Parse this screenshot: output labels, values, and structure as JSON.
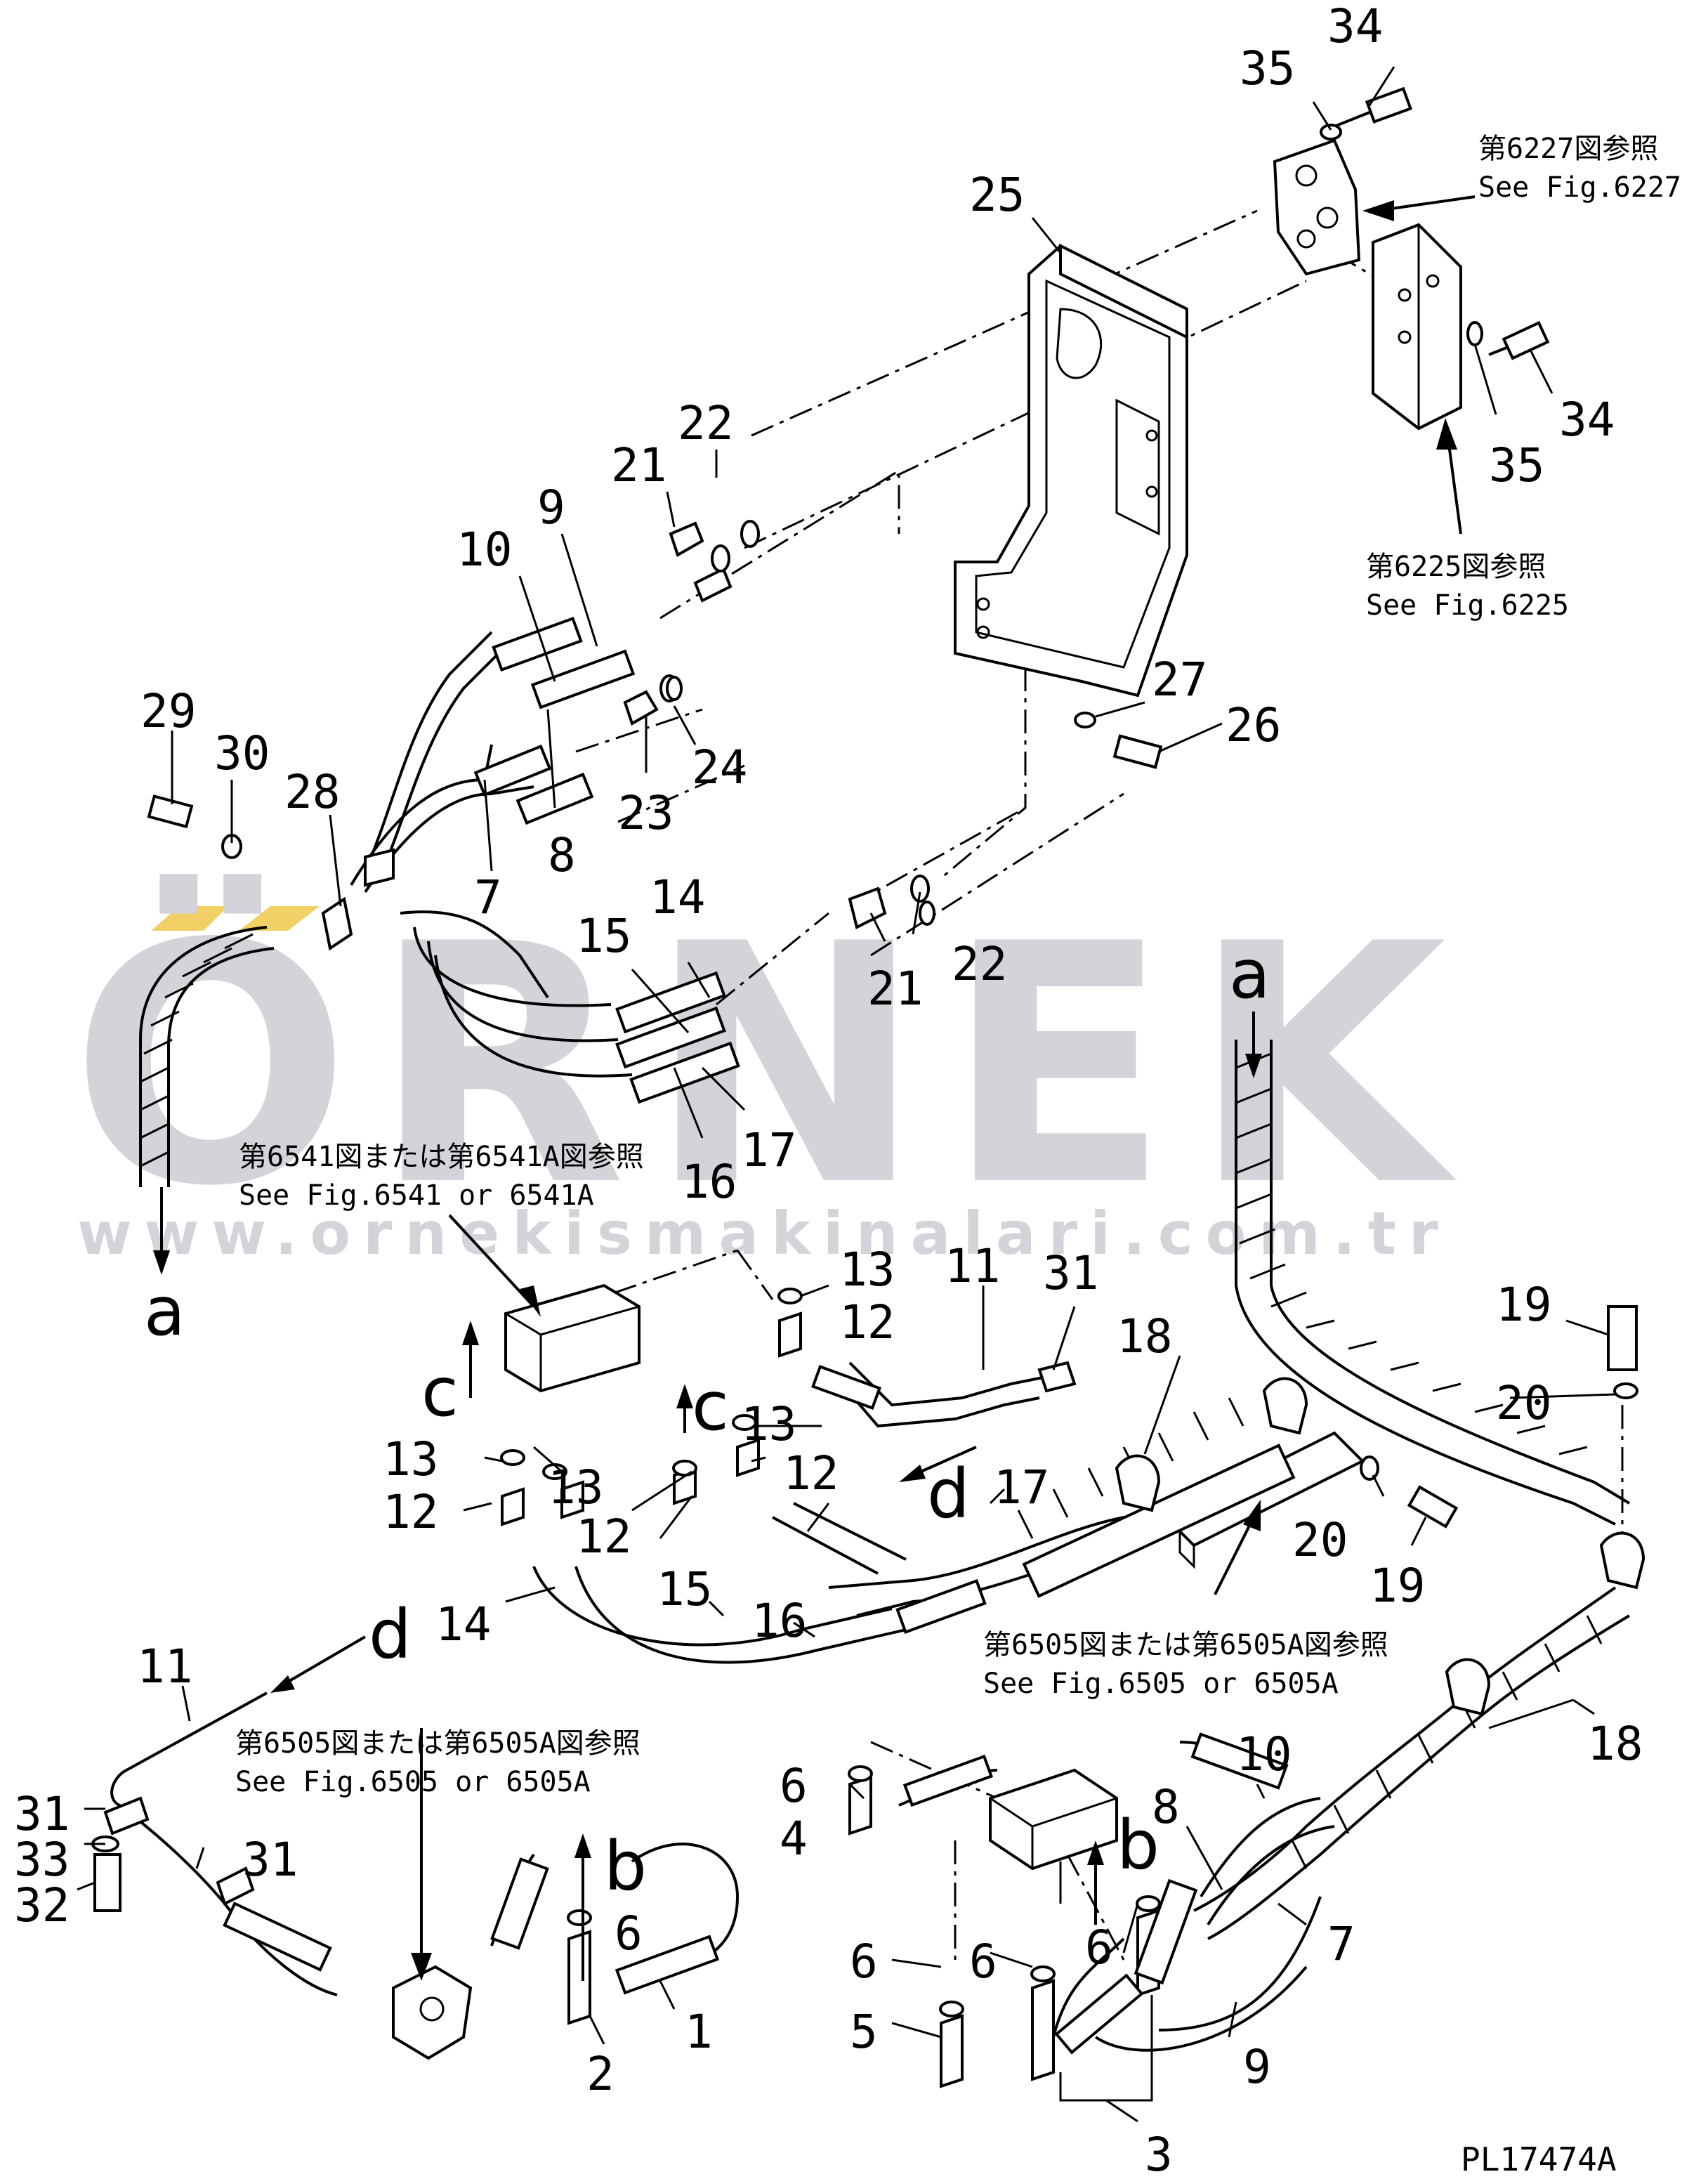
{
  "watermark": {
    "brand": "ÖRNEK",
    "url": "www.ornekismakinalari.com.tr",
    "accent_color": "#f2d066"
  },
  "drawing_code": "PL17474A",
  "references": [
    {
      "jp": "第6227図参照",
      "en": "See Fig.6227"
    },
    {
      "jp": "第6225図参照",
      "en": "See Fig.6225"
    },
    {
      "jp": "第6541図または第6541A図参照",
      "en": "See Fig.6541 or 6541A"
    },
    {
      "jp": "第6505図または第6505A図参照",
      "en": "See Fig.6505 or 6505A"
    },
    {
      "jp": "第6505図または第6505A図参照",
      "en": "See Fig.6505 or 6505A"
    }
  ],
  "connectors": [
    "a",
    "a",
    "b",
    "b",
    "c",
    "c",
    "d",
    "d"
  ],
  "callouts": [
    "34",
    "35",
    "25",
    "34",
    "35",
    "22",
    "21",
    "9",
    "10",
    "27",
    "26",
    "29",
    "30",
    "28",
    "24",
    "23",
    "8",
    "7",
    "14",
    "15",
    "21",
    "22",
    "17",
    "16",
    "13",
    "11",
    "31",
    "12",
    "19",
    "18",
    "13",
    "13",
    "13",
    "12",
    "12",
    "12",
    "20",
    "17",
    "20",
    "19",
    "14",
    "15",
    "16",
    "11",
    "18",
    "10",
    "6",
    "8",
    "31",
    "4",
    "31",
    "33",
    "32",
    "6",
    "6",
    "6",
    "6",
    "7",
    "1",
    "5",
    "2",
    "9",
    "3"
  ]
}
